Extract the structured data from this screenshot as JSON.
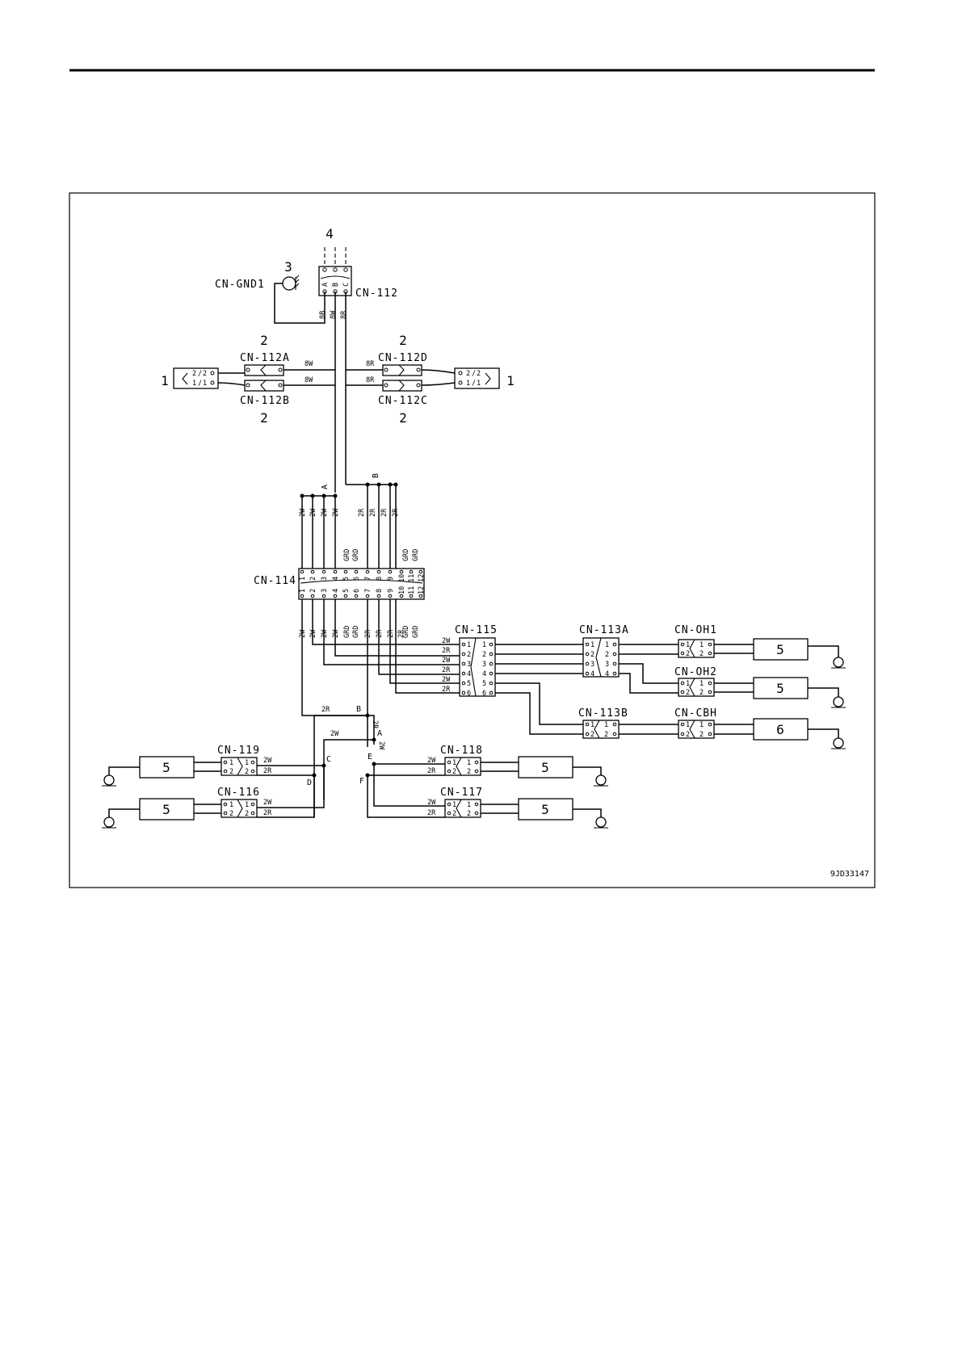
{
  "drawing_id": "9JD33147",
  "callouts": {
    "c1": "1",
    "c2": "2",
    "c3": "3",
    "c4": "4",
    "c5": "5",
    "c6": "6"
  },
  "connectors": {
    "cn_gnd1": "CN-GND1",
    "cn_112": "CN-112",
    "cn_112a": "CN-112A",
    "cn_112b": "CN-112B",
    "cn_112c": "CN-112C",
    "cn_112d": "CN-112D",
    "cn_114": "CN-114",
    "cn_115": "CN-115",
    "cn_113a": "CN-113A",
    "cn_113b": "CN-113B",
    "cn_oh1": "CN-OH1",
    "cn_oh2": "CN-OH2",
    "cn_cbh": "CN-CBH",
    "cn_119": "CN-119",
    "cn_116": "CN-116",
    "cn_118": "CN-118",
    "cn_117": "CN-117"
  },
  "wires": {
    "w8b": "8B",
    "w8w": "8W",
    "w8r": "8R",
    "w2w": "2W",
    "w2r": "2R",
    "grd": "GRD"
  },
  "junctions": {
    "a": "A",
    "b": "B",
    "c": "C",
    "d": "D",
    "e": "E",
    "f": "F"
  },
  "cn112_pins": [
    "A",
    "B",
    "C"
  ],
  "pin_labels": {
    "p1": "1",
    "p2": "2",
    "p3": "3",
    "p4": "4",
    "p5": "5",
    "p6": "6",
    "p7": "7",
    "p8": "8",
    "p9": "9",
    "p10": "10",
    "p11": "11",
    "p12": "12"
  }
}
